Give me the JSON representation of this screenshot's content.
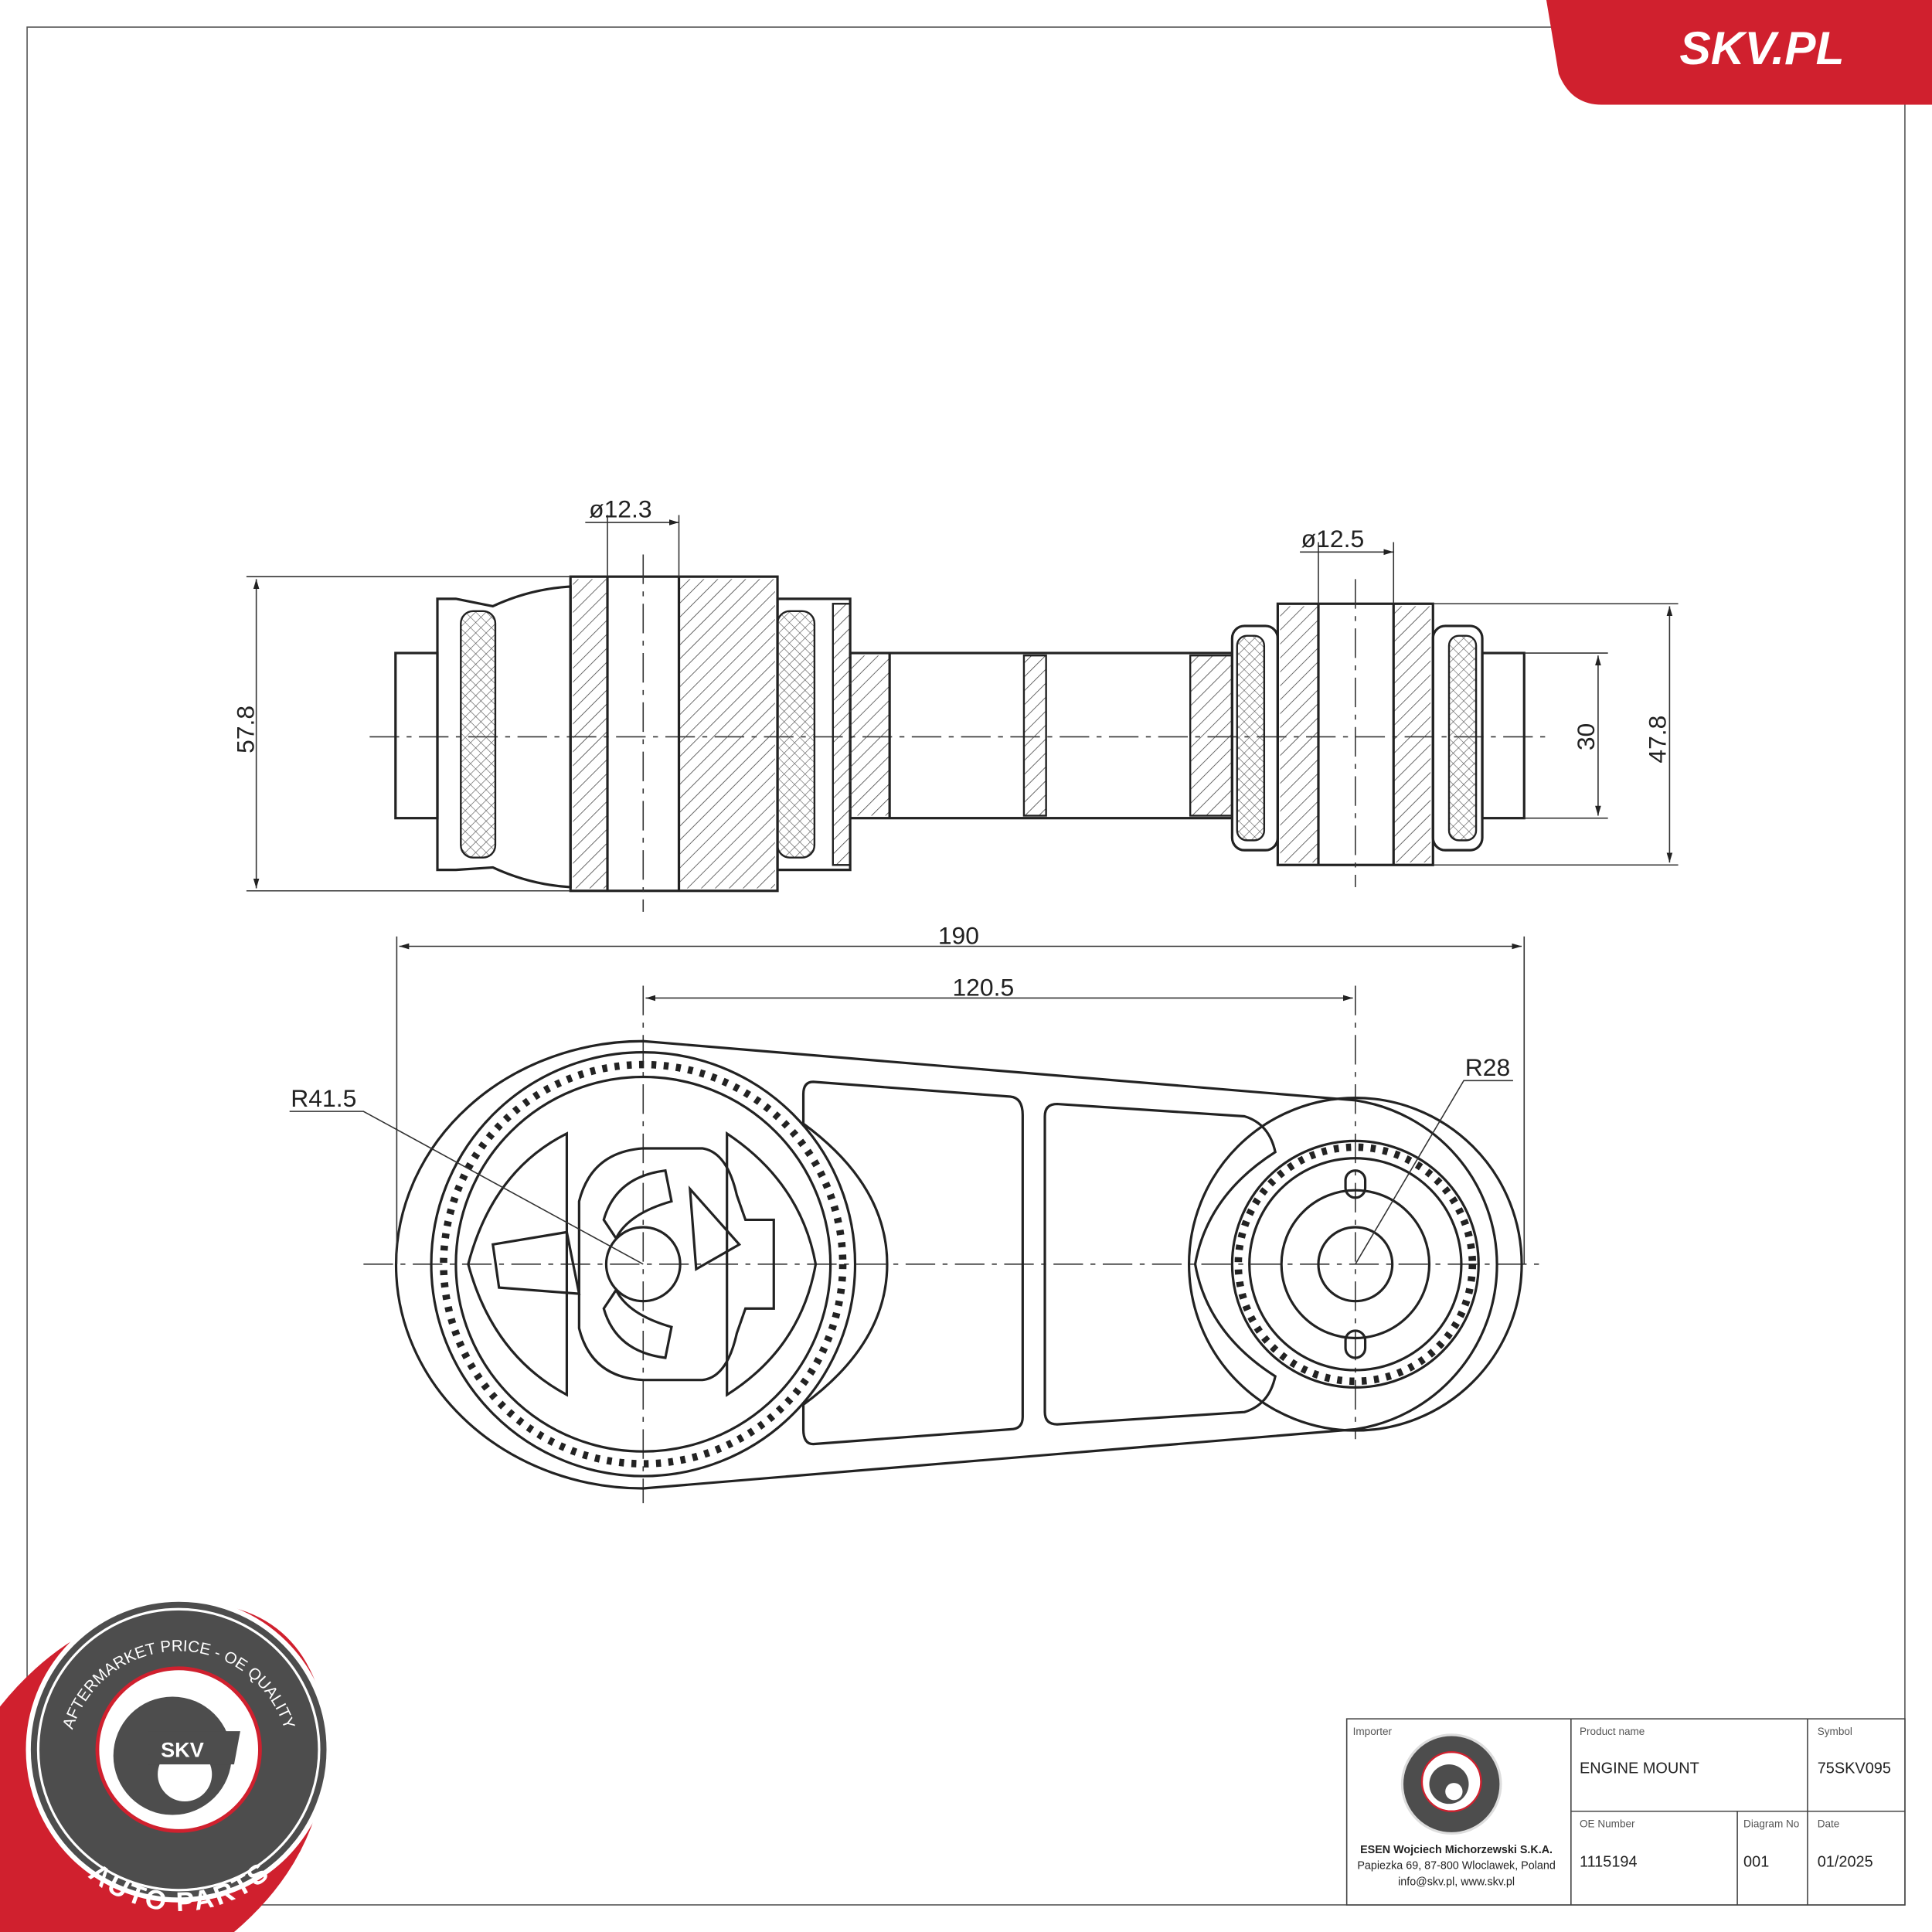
{
  "brand": {
    "site": "SKV.PL",
    "accent_color": "#d0202e",
    "gray": "#4d4d4d"
  },
  "logo": {
    "top_text": "AFTERMARKET PRICE - OE QUALITY",
    "center_text": "SKV",
    "bottom_text": "AUTO PARTS"
  },
  "dimensions": {
    "bore_left": "ø12.3",
    "bore_right": "ø12.5",
    "height_left": "57.8",
    "height_inner": "30",
    "height_right": "47.8",
    "overall_length": "190",
    "center_distance": "120.5",
    "radius_left": "R41.5",
    "radius_right": "R28"
  },
  "title_block": {
    "importer_label": "Importer",
    "importer_name": "ESEN Wojciech Michorzewski S.K.A.",
    "importer_address": "Papiezka 69, 87-800 Wloclawek, Poland",
    "importer_contact": "info@skv.pl, www.skv.pl",
    "product_name_label": "Product name",
    "product_name": "ENGINE MOUNT",
    "symbol_label": "Symbol",
    "symbol": "75SKV095",
    "oe_number_label": "OE Number",
    "oe_number": "1115194",
    "diagram_no_label": "Diagram No",
    "diagram_no": "001",
    "date_label": "Date",
    "date": "01/2025"
  }
}
